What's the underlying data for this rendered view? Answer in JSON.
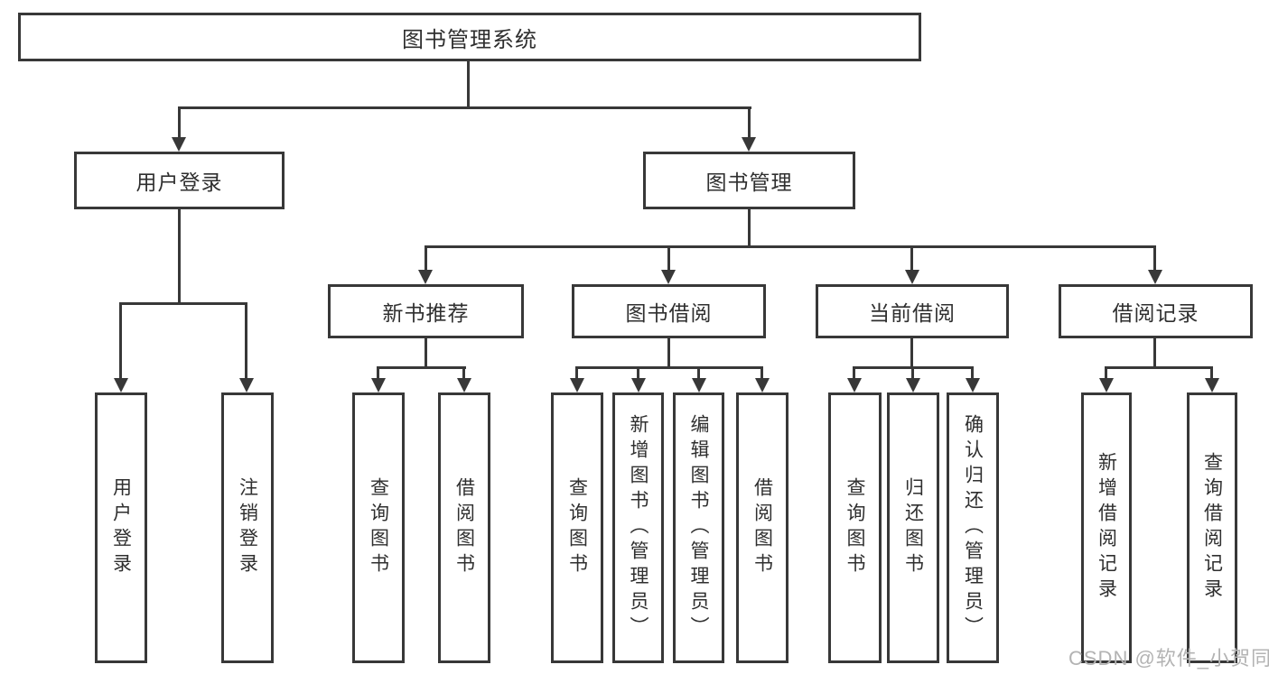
{
  "diagram": {
    "root": {
      "label": "图书管理系统"
    },
    "level2": [
      {
        "id": "user-login",
        "label": "用户登录"
      },
      {
        "id": "book-management",
        "label": "图书管理"
      }
    ],
    "level3": [
      {
        "id": "new-book-recommend",
        "label": "新书推荐"
      },
      {
        "id": "book-borrowing",
        "label": "图书借阅"
      },
      {
        "id": "current-borrowing",
        "label": "当前借阅"
      },
      {
        "id": "borrowing-records",
        "label": "借阅记录"
      }
    ],
    "leaves": [
      {
        "id": "user-login-leaf",
        "label": "用户登录"
      },
      {
        "id": "logout-leaf",
        "label": "注销登录"
      },
      {
        "id": "query-books-1",
        "label": "查询图书"
      },
      {
        "id": "borrow-books-1",
        "label": "借阅图书"
      },
      {
        "id": "query-books-2",
        "label": "查询图书"
      },
      {
        "id": "add-books-admin",
        "label": "新增图书（管理员）"
      },
      {
        "id": "edit-books-admin",
        "label": "编辑图书（管理员）"
      },
      {
        "id": "borrow-books-2",
        "label": "借阅图书"
      },
      {
        "id": "query-books-3",
        "label": "查询图书"
      },
      {
        "id": "return-books",
        "label": "归还图书"
      },
      {
        "id": "confirm-return-admin",
        "label": "确认归还（管理员）"
      },
      {
        "id": "add-borrow-record",
        "label": "新增借阅记录"
      },
      {
        "id": "query-borrow-record",
        "label": "查询借阅记录"
      }
    ]
  },
  "watermark": {
    "text": "CSDN @软件_小贺同学"
  },
  "colors": {
    "line": "#383838",
    "text": "#2f2f2f",
    "watermark": "#b3b3b3"
  }
}
